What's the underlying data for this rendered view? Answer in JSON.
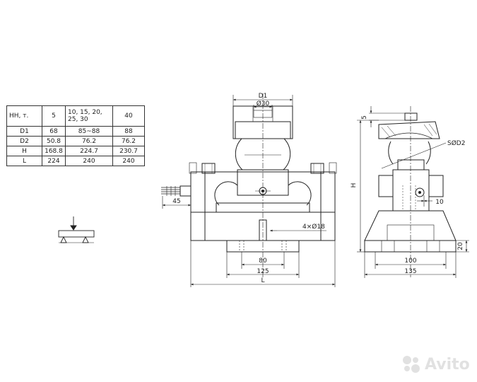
{
  "table": {
    "header": [
      "НН, т.",
      "5",
      "10, 15, 20,\n25, 30",
      "40"
    ],
    "rows": [
      [
        "D1",
        "68",
        "85~88",
        "88"
      ],
      [
        "D2",
        "50.8",
        "76.2",
        "76.2"
      ],
      [
        "H",
        "168.8",
        "224.7",
        "230.7"
      ],
      [
        "L",
        "224",
        "240",
        "240"
      ]
    ]
  },
  "front_view": {
    "d1_label": "D1",
    "bore_label": "Ø30",
    "cable_len_label": "45",
    "holes_label": "4×Ø18",
    "inner_width_label": "80",
    "outer_width_label": "125",
    "length_label": "L"
  },
  "side_view": {
    "top_dim_label": "5",
    "height_label": "H",
    "sphere_label": "SØD2",
    "pin_label": "10",
    "base_h_label": "20",
    "inner_width_label": "100",
    "outer_width_label": "135"
  },
  "watermark": {
    "text": "Avito",
    "icon": "avito-dots-icon"
  }
}
